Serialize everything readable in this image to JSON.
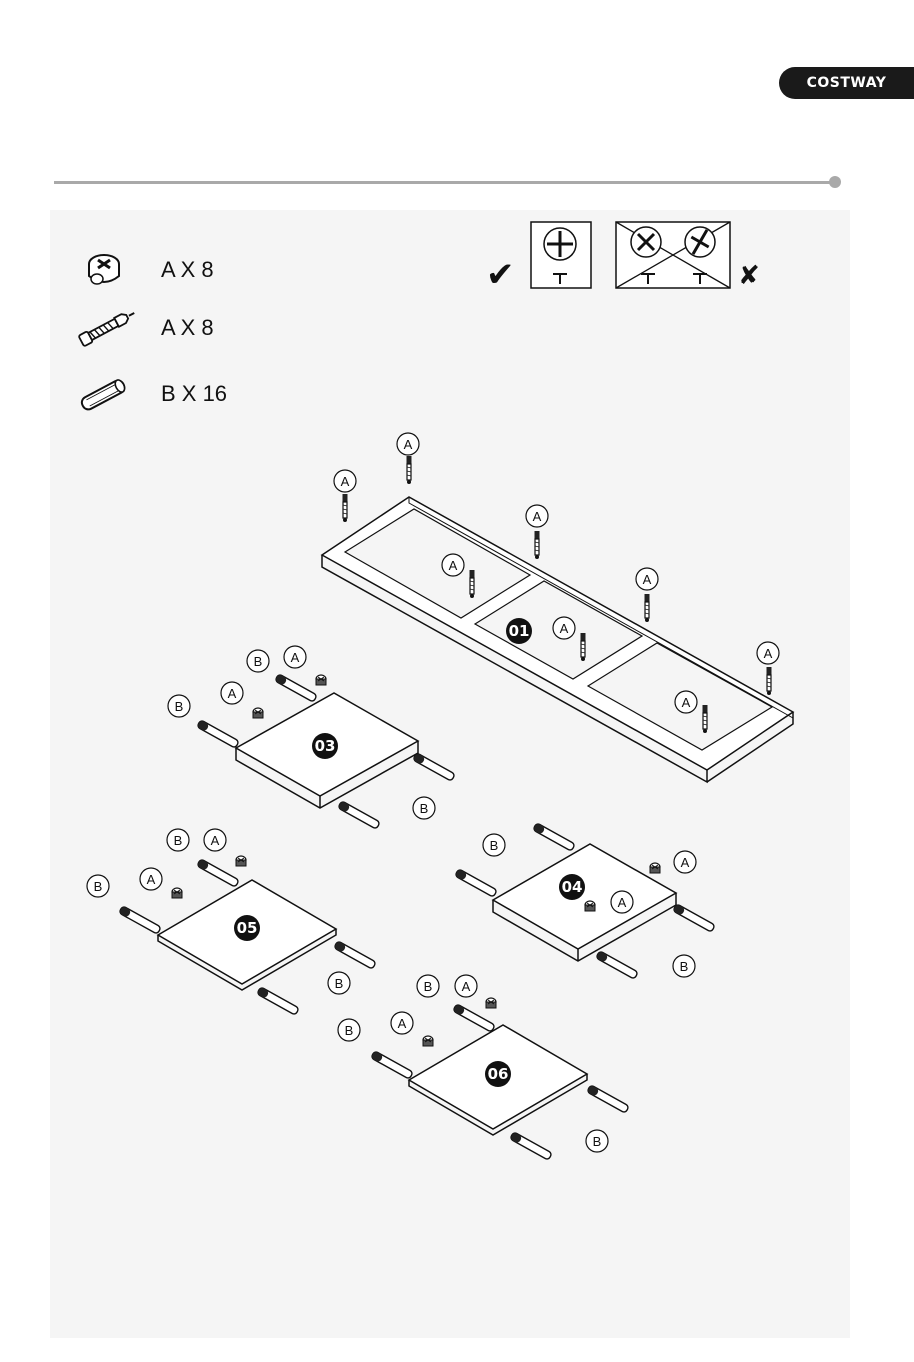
{
  "brand": {
    "logo_text": "COSTWAY"
  },
  "parts": [
    {
      "icon": "cam-lock-icon",
      "label": "A X 8"
    },
    {
      "icon": "cam-bolt-icon",
      "label": "A X 8"
    },
    {
      "icon": "wooden-dowel-icon",
      "label": "B X 16"
    }
  ],
  "orientation_guide": {
    "correct_mark": "✔",
    "incorrect_mark": "✘"
  },
  "steps": [
    {
      "id": "01"
    },
    {
      "id": "03"
    },
    {
      "id": "04"
    },
    {
      "id": "05"
    },
    {
      "id": "06"
    }
  ],
  "callouts": {
    "cam_bolt": "A",
    "dowel": "B"
  }
}
